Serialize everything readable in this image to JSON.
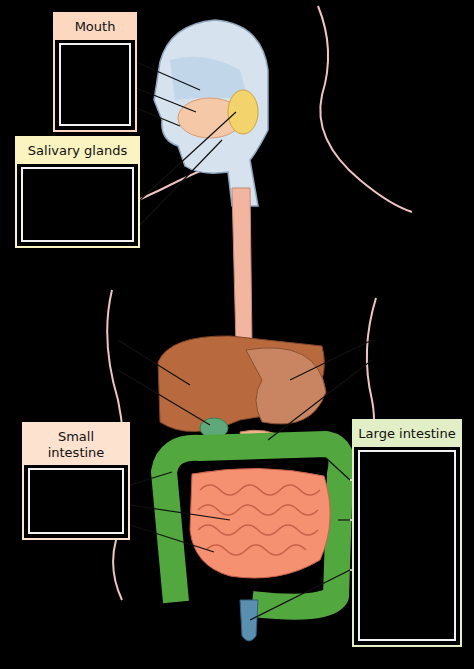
{
  "diagram": {
    "nodes": [
      {
        "text": [
          "Mouth"
        ]
      },
      {
        "text": [
          "Salivary glands"
        ]
      },
      {
        "text": [
          "Small intestine"
        ]
      },
      {
        "text": [
          "Large intestine"
        ]
      }
    ]
  }
}
